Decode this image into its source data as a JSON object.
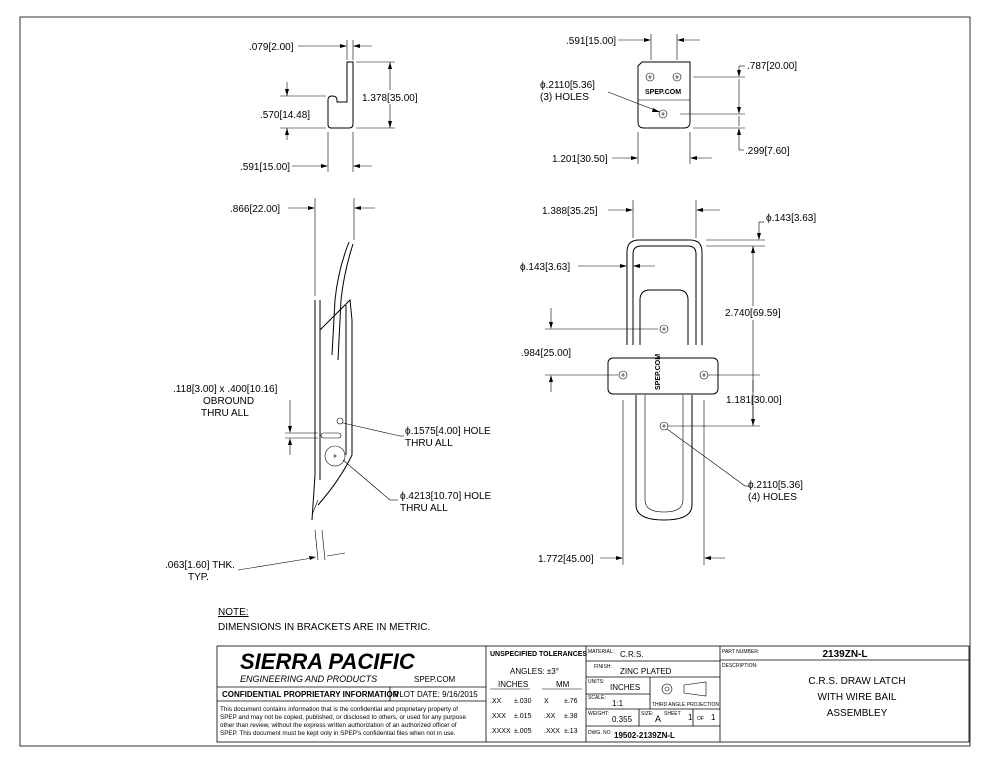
{
  "views": {
    "side_top": {
      "thickness": ".079",
      "thickness_mm": "2.00",
      "height": "1.378",
      "height_mm": "35.00",
      "hook": ".570",
      "hook_mm": "14.48",
      "width": ".591",
      "width_mm": "15.00"
    },
    "front_top": {
      "width": ".591",
      "width_mm": "15.00",
      "hole_spacing": ".787",
      "hole_spacing_mm": "20.00",
      "hole_dia": "ϕ.2110",
      "hole_dia_mm": "5.36",
      "hole_count": "(3) HOLES",
      "offset": ".299",
      "offset_mm": "7.60",
      "overall": "1.201",
      "overall_mm": "30.50",
      "logo": "SPEP.COM"
    },
    "side_main": {
      "depth": ".866",
      "depth_mm": "22.00",
      "slot": ".118",
      "slot_mm": "3.00",
      "slot_x": "x .400",
      "slot_len_mm": "10.16",
      "slot_note1": "OBROUND",
      "slot_note2": "THRU ALL",
      "hole1": "ϕ.1575",
      "hole1_mm": "4.00",
      "hole1_suffix": "HOLE",
      "hole1_note": "THRU ALL",
      "hole2": "ϕ.4213",
      "hole2_mm": "10.70",
      "hole2_suffix": "HOLE",
      "hole2_note": "THRU ALL",
      "thk": ".063",
      "thk_mm": "1.60",
      "thk_suffix": "THK.",
      "thk_note": "TYP."
    },
    "front_main": {
      "bail_width": "1.388",
      "bail_width_mm": "35.25",
      "wire_dia_top": "ϕ.143",
      "wire_dia_top_mm": "3.63",
      "wire_dia_left": "ϕ.143",
      "wire_dia_left_mm": "3.63",
      "length": "2.740",
      "length_mm": "69.59",
      "offset": ".984",
      "offset_mm": "25.00",
      "lower": "1.181",
      "lower_mm": "30.00",
      "hole_dia": "ϕ.2110",
      "hole_dia_mm": "5.36",
      "hole_count": "(4) HOLES",
      "overall": "1.772",
      "overall_mm": "45.00",
      "logo": "SPEP.COM"
    }
  },
  "note": {
    "title": "NOTE:",
    "text": "DIMENSIONS IN BRACKETS ARE IN METRIC."
  },
  "title_block": {
    "company": "SIERRA PACIFIC",
    "company_sub": "ENGINEERING AND PRODUCTS",
    "website": "SPEP.COM",
    "confidential": "CONFIDENTIAL PROPRIETARY INFORMATION",
    "plot_date": "PLOT DATE: 9/16/2015",
    "disclaimer": [
      "This document contains information that is the confidential and proprietary property of",
      "SPEP and may not be copied, published, or disclosed to others, or used for any purpose",
      "other than review, without the express written authorization of an authorized officer of",
      "SPEP. This document must be kept only in SPEP's confidential files when not in use."
    ],
    "tolerances_title": "UNSPECIFIED TOLERANCES",
    "angles": "ANGLES: ±3°",
    "inches_label": "INCHES",
    "mm_label": "MM",
    "tol_rows": [
      {
        "in_fmt": ".XX",
        "in_tol": "±.030",
        "mm_fmt": "X",
        "mm_tol": "±.76"
      },
      {
        "in_fmt": ".XXX",
        "in_tol": "±.015",
        "mm_fmt": ".XX",
        "mm_tol": "±.38"
      },
      {
        "in_fmt": ".XXXX",
        "in_tol": "±.005",
        "mm_fmt": ".XXX",
        "mm_tol": "±.13"
      }
    ],
    "material_label": "MATERIAL:",
    "material": "C.R.S.",
    "finish_label": "FINISH:",
    "finish": "ZINC PLATED",
    "units_label": "UNITS:",
    "units": "INCHES",
    "projection": "THIRD ANGLE PROJECTION",
    "scale_label": "SCALE:",
    "scale": "1:1",
    "weight_label": "WEIGHT:",
    "weight": "0.355",
    "size_label": "SIZE:",
    "size": "A",
    "sheet_label": "SHEET",
    "sheet": "1",
    "of_label": "OF",
    "sheet_total": "1",
    "dwg_label": "DWG. NO.",
    "dwg_no": "19502-2139ZN-L",
    "part_label": "PART NUMBER:",
    "part_number": "2139ZN-L",
    "desc_label": "DESCRIPTION:",
    "description": [
      "C.R.S. DRAW LATCH",
      "WITH WIRE BAIL",
      "ASSEMBLEY"
    ]
  }
}
